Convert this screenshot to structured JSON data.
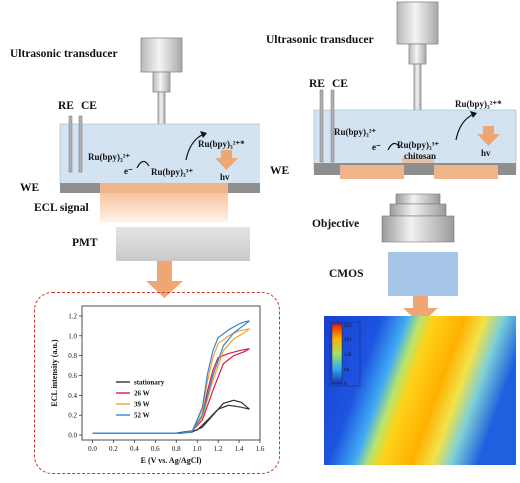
{
  "left_setup": {
    "ultrasonic_label": "Ultrasonic transducer",
    "re_label": "RE",
    "ce_label": "CE",
    "we_label": "WE",
    "ecl_signal_label": "ECL signal",
    "pmt_label": "PMT",
    "electron_label": "e⁻",
    "hv_label": "hv",
    "ru2_label": "Ru(bpy)₃²⁺",
    "ru3_label": "Ru(bpy)₃³⁺",
    "ru2_star_label": "Ru(bpy)₃²⁺*"
  },
  "right_setup": {
    "ultrasonic_label": "Ultrasonic transducer",
    "re_label": "RE",
    "ce_label": "CE",
    "we_label": "WE",
    "objective_label": "Objective",
    "cmos_label": "CMOS",
    "chitosan_label": "chitosan",
    "electron_label": "e⁻",
    "hv_label": "hv",
    "ru2_label": "Ru(bpy)₃²⁺",
    "ru3_label": "Ru(bpy)₃³⁺",
    "ru2_star_label": "Ru(bpy)₃²⁺*",
    "colorbar_ticks": [
      "255",
      "191",
      "128",
      "64",
      "0"
    ]
  },
  "colors": {
    "solution": "#d4e3f2",
    "electrode": "#8e8e8e",
    "electrode_glow": "#f5c9a7",
    "arrow_orange": "#f0a673",
    "dashed_border": "#c0392b",
    "transducer": "#dcdcdc",
    "pmt": "#d6d6d6",
    "cmos": "#a6c6e8"
  },
  "chart_data": {
    "type": "line",
    "xlabel": "E (V vs. Ag/AgCl)",
    "ylabel": "ECL intensity (a.u.)",
    "xlim": [
      -0.1,
      1.6
    ],
    "ylim": [
      -0.05,
      1.3
    ],
    "xticks": [
      "0.0",
      "0.2",
      "0.4",
      "0.6",
      "0.8",
      "1.0",
      "1.2",
      "1.4",
      "1.6"
    ],
    "yticks": [
      "0.0",
      "0.2",
      "0.4",
      "0.6",
      "0.8",
      "1.0",
      "1.2"
    ],
    "legend_position": "lower-left",
    "series": [
      {
        "name": "stationary",
        "color": "#333333",
        "x": [
          0.0,
          0.8,
          0.95,
          1.05,
          1.15,
          1.25,
          1.35,
          1.42,
          1.5,
          1.5,
          1.42,
          1.3,
          1.2,
          1.1,
          1.0,
          0.8,
          0.0
        ],
        "y": [
          0.02,
          0.02,
          0.03,
          0.08,
          0.2,
          0.32,
          0.35,
          0.33,
          0.26,
          0.26,
          0.28,
          0.3,
          0.26,
          0.15,
          0.05,
          0.02,
          0.02
        ]
      },
      {
        "name": "26 W",
        "color": "#d11f4a",
        "x": [
          0.0,
          0.85,
          0.95,
          1.05,
          1.1,
          1.15,
          1.2,
          1.3,
          1.4,
          1.45,
          1.5,
          1.5,
          1.45,
          1.35,
          1.25,
          1.15,
          1.05,
          0.95,
          0.85,
          0.0
        ],
        "y": [
          0.02,
          0.02,
          0.03,
          0.2,
          0.45,
          0.65,
          0.78,
          0.82,
          0.85,
          0.86,
          0.87,
          0.87,
          0.84,
          0.8,
          0.72,
          0.45,
          0.15,
          0.04,
          0.02,
          0.02
        ]
      },
      {
        "name": "39 W",
        "color": "#f2a22c",
        "x": [
          0.0,
          0.85,
          0.95,
          1.05,
          1.1,
          1.15,
          1.2,
          1.3,
          1.4,
          1.45,
          1.5,
          1.5,
          1.45,
          1.35,
          1.25,
          1.15,
          1.05,
          0.95,
          0.85,
          0.0
        ],
        "y": [
          0.02,
          0.02,
          0.03,
          0.25,
          0.55,
          0.78,
          0.92,
          1.0,
          1.05,
          1.06,
          1.07,
          1.07,
          1.03,
          0.97,
          0.85,
          0.55,
          0.18,
          0.04,
          0.02,
          0.02
        ]
      },
      {
        "name": "52 W",
        "color": "#3a86c8",
        "x": [
          0.0,
          0.85,
          0.95,
          1.05,
          1.1,
          1.15,
          1.2,
          1.3,
          1.4,
          1.45,
          1.5,
          1.5,
          1.45,
          1.35,
          1.25,
          1.15,
          1.05,
          0.95,
          0.85,
          0.0
        ],
        "y": [
          0.02,
          0.02,
          0.03,
          0.28,
          0.62,
          0.85,
          0.98,
          1.06,
          1.12,
          1.14,
          1.15,
          1.15,
          1.11,
          1.03,
          0.9,
          0.6,
          0.2,
          0.04,
          0.02,
          0.02
        ]
      }
    ]
  }
}
